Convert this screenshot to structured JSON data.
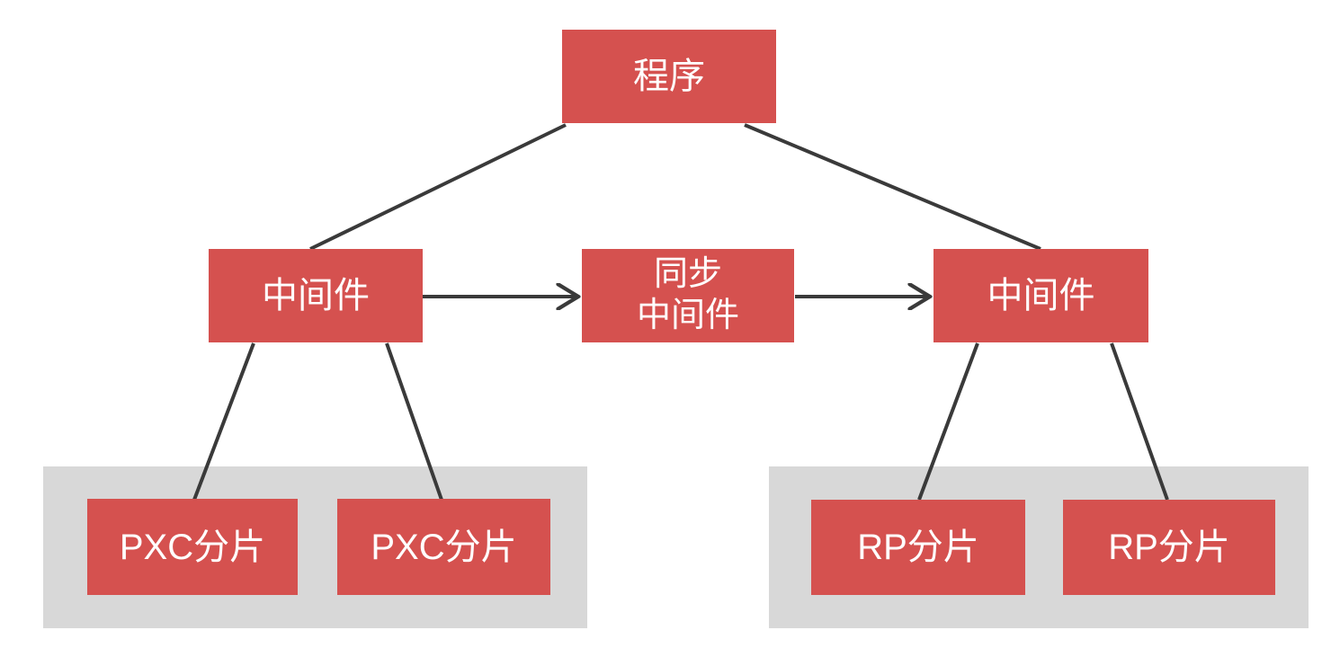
{
  "diagram": {
    "nodes": {
      "program": {
        "label": "程序"
      },
      "middleware_left": {
        "label": "中间件"
      },
      "middleware_sync": {
        "label": "同步\n中间件"
      },
      "middleware_right": {
        "label": "中间件"
      },
      "pxc_shard_1": {
        "label": "PXC分片"
      },
      "pxc_shard_2": {
        "label": "PXC分片"
      },
      "rp_shard_1": {
        "label": "RP分片"
      },
      "rp_shard_2": {
        "label": "RP分片"
      }
    },
    "colors": {
      "node_fill": "#d5514f",
      "node_text": "#ffffff",
      "group_fill": "#d8d8d8",
      "connector": "#3a3a3a",
      "background": "#ffffff"
    }
  }
}
